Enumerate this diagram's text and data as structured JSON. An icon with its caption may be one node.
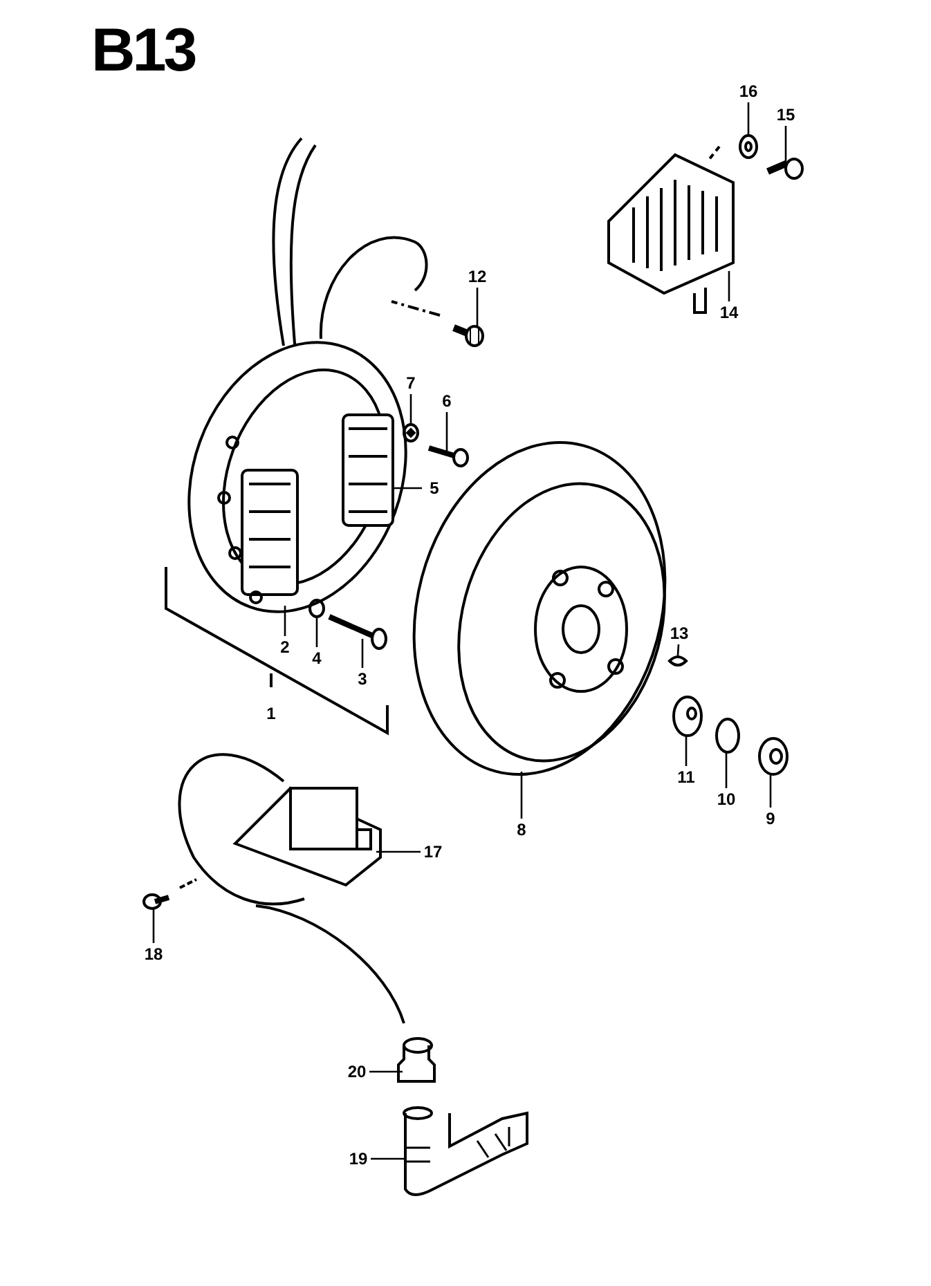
{
  "diagram": {
    "title": "B13",
    "nodes": [
      {
        "text": [
          "16"
        ]
      },
      {
        "text": [
          "15"
        ]
      },
      {
        "text": [
          "12"
        ]
      },
      {
        "text": [
          "14"
        ]
      },
      {
        "text": [
          "7"
        ]
      },
      {
        "text": [
          "6"
        ]
      },
      {
        "text": [
          "5"
        ]
      },
      {
        "text": [
          "2"
        ]
      },
      {
        "text": [
          "4"
        ]
      },
      {
        "text": [
          "3"
        ]
      },
      {
        "text": [
          "13"
        ]
      },
      {
        "text": [
          "11"
        ]
      },
      {
        "text": [
          "10"
        ]
      },
      {
        "text": [
          "8"
        ]
      },
      {
        "text": [
          "9"
        ]
      },
      {
        "text": [
          "17"
        ]
      },
      {
        "text": [
          "18"
        ]
      },
      {
        "text": [
          "20"
        ]
      },
      {
        "text": [
          "19"
        ]
      },
      {
        "text": [],
        "shape": "picture"
      },
      {
        "text": [],
        "shape": "picture"
      },
      {
        "text": [],
        "shape": "picture"
      },
      {
        "text": [],
        "shape": "picture"
      },
      {
        "text": [],
        "shape": "picture"
      },
      {
        "text": [],
        "shape": "picture"
      },
      {
        "text": [],
        "shape": "picture"
      },
      {
        "text": [],
        "shape": "picture"
      },
      {
        "text": [],
        "shape": "picture"
      },
      {
        "text": [],
        "shape": "picture"
      },
      {
        "text": [],
        "shape": "picture"
      },
      {
        "text": [],
        "shape": "picture"
      },
      {
        "text": [],
        "shape": "picture"
      },
      {
        "text": [],
        "shape": "picture"
      },
      {
        "text": [],
        "shape": "picture"
      },
      {
        "text": [],
        "shape": "picture"
      },
      {
        "text": [],
        "shape": "picture"
      },
      {
        "text": [],
        "shape": "picture"
      }
    ],
    "edges": [
      {
        "from": 0,
        "to": 19,
        "arrow": "none"
      },
      {
        "from": 1,
        "to": 20,
        "arrow": "none"
      },
      {
        "from": 2,
        "to": 21,
        "arrow": "none"
      },
      {
        "from": 3,
        "to": 22,
        "arrow": "none"
      },
      {
        "from": 4,
        "to": 23,
        "arrow": "none"
      },
      {
        "from": 5,
        "to": 24,
        "arrow": "none"
      },
      {
        "from": 6,
        "to": 25,
        "arrow": "none"
      },
      {
        "from": 7,
        "to": 25,
        "arrow": "none"
      },
      {
        "from": 8,
        "to": 26,
        "arrow": "none"
      },
      {
        "from": 9,
        "to": 27,
        "arrow": "none"
      },
      {
        "from": 10,
        "to": 28,
        "arrow": "none"
      },
      {
        "from": 11,
        "to": 29,
        "arrow": "none"
      },
      {
        "from": 12,
        "to": 30,
        "arrow": "none"
      },
      {
        "from": 13,
        "to": 31,
        "arrow": "none"
      },
      {
        "from": 14,
        "to": 32,
        "arrow": "none"
      },
      {
        "from": 15,
        "to": 33,
        "arrow": "none"
      },
      {
        "from": 16,
        "to": 34,
        "arrow": "none"
      },
      {
        "from": 17,
        "to": 35,
        "arrow": "none"
      },
      {
        "from": 18,
        "to": 36,
        "arrow": "none"
      }
    ],
    "labels": [
      "1"
    ]
  }
}
